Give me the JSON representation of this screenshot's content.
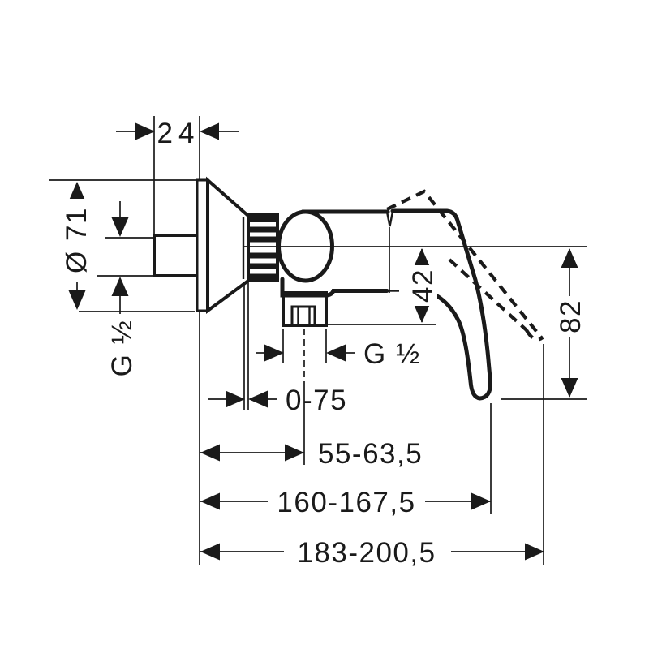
{
  "drawing": {
    "type": "technical-dimension-drawing",
    "subject": "wall-mounted single-lever shower mixer, side view",
    "line_color": "#1a1a1a",
    "background": "#ffffff",
    "labels": {
      "nipple_length": "24",
      "escutcheon_diameter": "Ø 71",
      "inlet_thread": "G ½",
      "center_to_outlet": "42",
      "outlet_thread": "G ½",
      "center_to_handle_end": "82",
      "adjustment_range": "0-75",
      "wall_to_outlet_center": "55-63,5",
      "wall_to_handle_tip": "160-167,5",
      "wall_to_handle_max": "183-200,5"
    }
  }
}
